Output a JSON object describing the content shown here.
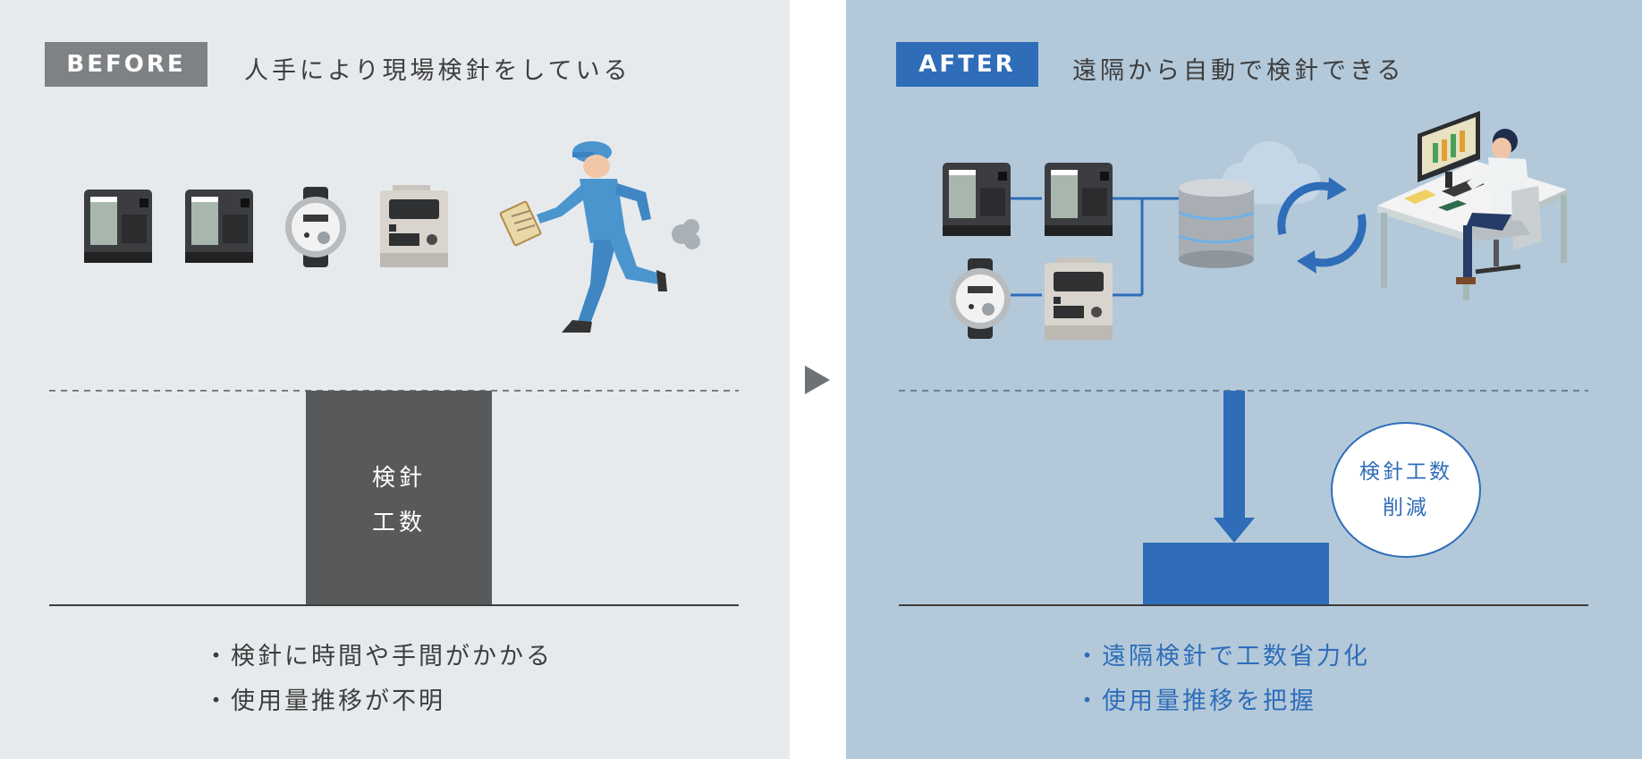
{
  "before": {
    "badge": "BEFORE",
    "headline": "人手により現場検針をしている",
    "bar_label_line1": "検針",
    "bar_label_line2": "工数",
    "bullets": [
      "・検針に時間や手間がかかる",
      "・使用量推移が不明"
    ]
  },
  "after": {
    "badge": "AFTER",
    "headline": "遠隔から自動で検針できる",
    "reduction_line1": "検針工数",
    "reduction_line2": "削減",
    "bullets": [
      "・遠隔検針で工数省力化",
      "・使用量推移を把握"
    ]
  },
  "colors": {
    "before_bg": "#e7eaed",
    "after_bg": "#b3c9da",
    "before_bar": "#58595b",
    "after_accent": "#2f6db8",
    "before_badge": "#7f8285"
  },
  "icons": [
    "electricity-meter-icon",
    "water-meter-icon",
    "gas-meter-icon",
    "running-worker-icon",
    "database-icon",
    "cloud-icon",
    "sync-arrows-icon",
    "office-worker-computer-icon"
  ]
}
